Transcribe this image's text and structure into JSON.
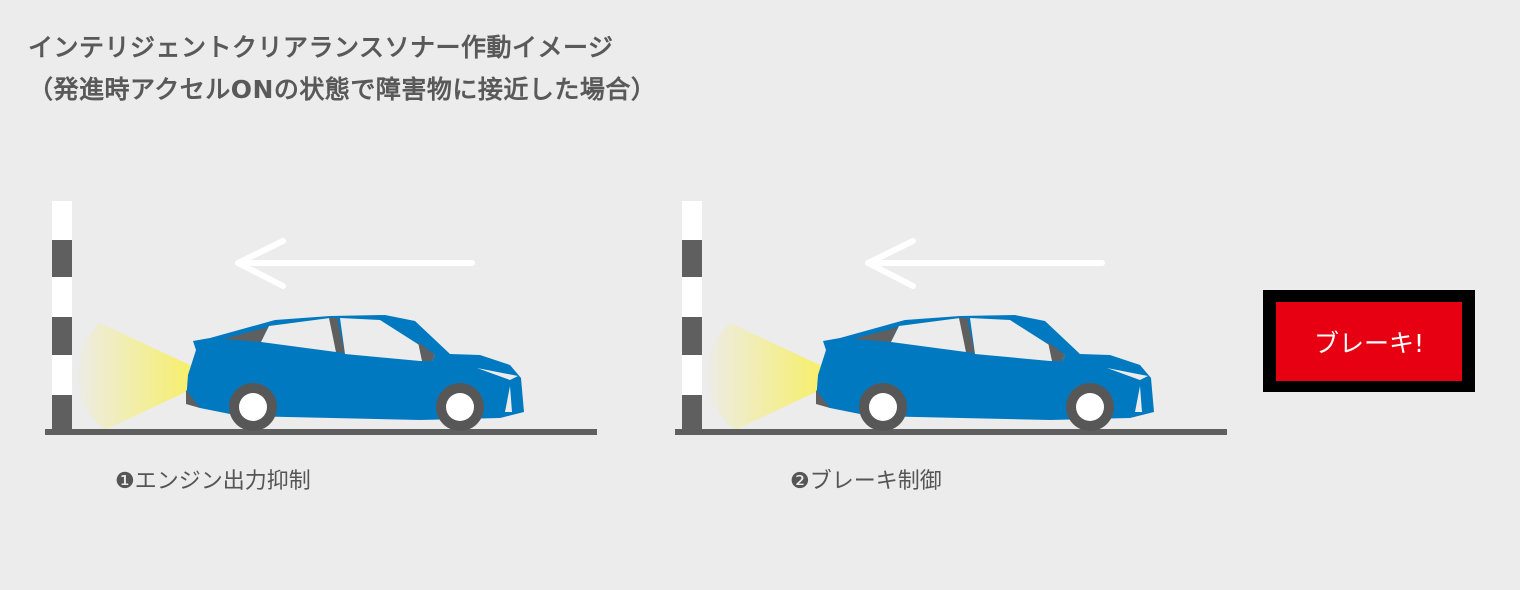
{
  "title": {
    "line1": "インテリジェントクリアランスソナー作動イメージ",
    "line2": "（発進時アクセルONの状態で障害物に接近した場合）"
  },
  "scenes": [
    {
      "label": "❶エンジン出力抑制"
    },
    {
      "label": "❷ブレーキ制御"
    }
  ],
  "alert": {
    "text": "ブレーキ!"
  },
  "colors": {
    "car": "#0079c1",
    "pole_dark": "#5f5f60",
    "ground": "#5f5f60",
    "light": "#f7ef6a",
    "alert_bg": "#e60012",
    "alert_border": "#000000"
  }
}
